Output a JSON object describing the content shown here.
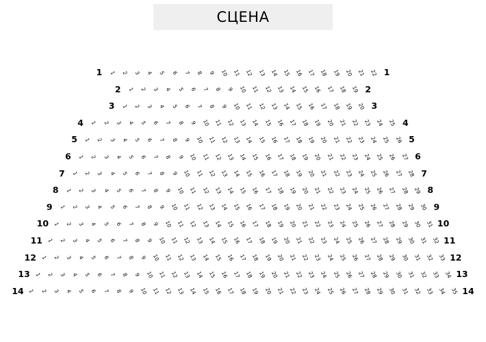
{
  "stage": {
    "label": "СЦЕНА"
  },
  "hall": {
    "rows": [
      {
        "row": "1",
        "seat_numbers": [
          1,
          2,
          3,
          4,
          5,
          6,
          7,
          8,
          9,
          10,
          11,
          12,
          13,
          14,
          15,
          16,
          17,
          18,
          19,
          20,
          21,
          22
        ]
      },
      {
        "row": "2",
        "seat_numbers": [
          1,
          2,
          3,
          4,
          5,
          6,
          7,
          8,
          9,
          10,
          11,
          12,
          13,
          14,
          15,
          16,
          17,
          18,
          19
        ]
      },
      {
        "row": "3",
        "seat_numbers": [
          1,
          2,
          3,
          4,
          5,
          6,
          7,
          8,
          9,
          10,
          11,
          12,
          13,
          14,
          15,
          16,
          17,
          18,
          19,
          20
        ]
      },
      {
        "row": "4",
        "seat_numbers": [
          1,
          2,
          3,
          4,
          5,
          6,
          7,
          8,
          9,
          10,
          11,
          12,
          13,
          14,
          15,
          16,
          17,
          18,
          19,
          20,
          21,
          22,
          23,
          24,
          25
        ]
      },
      {
        "row": "5",
        "seat_numbers": [
          1,
          2,
          3,
          4,
          5,
          6,
          7,
          8,
          9,
          10,
          11,
          12,
          13,
          14,
          15,
          16,
          17,
          18,
          19,
          20,
          21,
          22,
          23,
          24,
          25,
          26
        ]
      },
      {
        "row": "6",
        "seat_numbers": [
          1,
          2,
          3,
          4,
          5,
          6,
          7,
          8,
          9,
          10,
          11,
          12,
          13,
          14,
          15,
          16,
          17,
          18,
          19,
          20,
          21,
          22,
          23,
          24,
          25,
          26,
          27
        ]
      },
      {
        "row": "7",
        "seat_numbers": [
          1,
          2,
          3,
          4,
          5,
          6,
          7,
          8,
          9,
          10,
          11,
          12,
          13,
          14,
          15,
          16,
          17,
          18,
          19,
          20,
          21,
          22,
          23,
          24,
          25,
          26,
          27,
          28
        ]
      },
      {
        "row": "8",
        "seat_numbers": [
          1,
          2,
          3,
          4,
          5,
          6,
          7,
          8,
          9,
          10,
          11,
          12,
          13,
          14,
          15,
          16,
          17,
          18,
          19,
          20,
          21,
          22,
          23,
          24,
          25,
          26,
          27,
          28,
          29
        ]
      },
      {
        "row": "9",
        "seat_numbers": [
          1,
          2,
          3,
          4,
          5,
          6,
          7,
          8,
          9,
          10,
          11,
          12,
          13,
          14,
          15,
          16,
          17,
          18,
          19,
          20,
          21,
          22,
          23,
          24,
          25,
          26,
          27,
          28,
          29,
          30
        ]
      },
      {
        "row": "10",
        "seat_numbers": [
          1,
          2,
          3,
          4,
          5,
          6,
          7,
          8,
          9,
          10,
          11,
          12,
          13,
          14,
          15,
          16,
          17,
          18,
          19,
          20,
          21,
          22,
          23,
          24,
          25,
          26,
          27,
          28,
          29,
          30,
          31
        ]
      },
      {
        "row": "11",
        "seat_numbers": [
          1,
          2,
          3,
          4,
          5,
          6,
          7,
          8,
          9,
          10,
          11,
          12,
          13,
          14,
          15,
          16,
          17,
          18,
          19,
          20,
          21,
          22,
          23,
          24,
          25,
          26,
          27,
          28,
          29,
          30,
          31,
          32
        ]
      },
      {
        "row": "12",
        "seat_numbers": [
          1,
          2,
          3,
          4,
          5,
          6,
          7,
          8,
          9,
          10,
          11,
          12,
          13,
          14,
          15,
          16,
          17,
          18,
          19,
          20,
          21,
          22,
          23,
          24,
          25,
          26,
          27,
          28,
          29,
          30,
          31,
          32,
          33
        ]
      },
      {
        "row": "13",
        "seat_numbers": [
          1,
          2,
          3,
          4,
          5,
          6,
          7,
          8,
          9,
          10,
          11,
          12,
          13,
          14,
          15,
          16,
          17,
          18,
          19,
          20,
          21,
          22,
          23,
          24,
          25,
          26,
          27,
          28,
          29,
          30,
          31,
          32,
          33,
          34
        ]
      },
      {
        "row": "14",
        "seat_numbers": [
          1,
          2,
          3,
          4,
          5,
          6,
          7,
          8,
          9,
          10,
          11,
          12,
          13,
          14,
          15,
          16,
          17,
          18,
          19,
          20,
          21,
          22,
          23,
          24,
          25,
          26,
          27,
          28,
          29,
          30,
          31,
          32,
          33,
          34,
          35
        ]
      }
    ]
  }
}
